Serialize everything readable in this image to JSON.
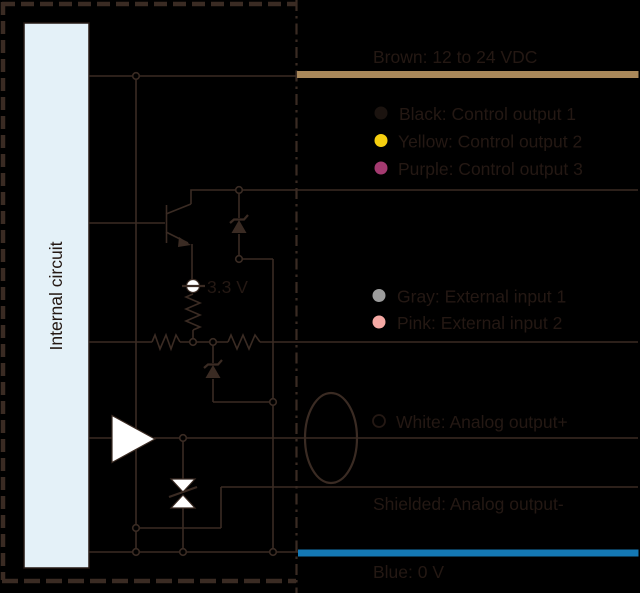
{
  "diagram": {
    "background": "#000000",
    "line_color": "#3a2b23",
    "text_color": "#241813",
    "internal_circuit": {
      "label": "Internal circuit",
      "fill": "#e4f1f8"
    },
    "voltage_source": {
      "label": "3.3 V"
    },
    "terminals": {
      "brown": {
        "label": "Brown: 12 to 24 VDC",
        "wire_color": "#a9885a"
      },
      "black": {
        "label": "Black: Control output 1",
        "dot_color": "#1b130f"
      },
      "yellow": {
        "label": "Yellow: Control output 2",
        "dot_color": "#f6cf0f"
      },
      "purple": {
        "label": "Purple: Control output 3",
        "dot_color": "#a43a70"
      },
      "gray": {
        "label": "Gray: External input 1",
        "dot_color": "#9c9c9c"
      },
      "pink": {
        "label": "Pink: External input 2",
        "dot_color": "#f5a9a4"
      },
      "white": {
        "label": "White: Analog output+"
      },
      "shielded": {
        "label": "Shielded: Analog output-"
      },
      "blue": {
        "label": "Blue: 0 V",
        "wire_color": "#1478b4"
      }
    }
  }
}
